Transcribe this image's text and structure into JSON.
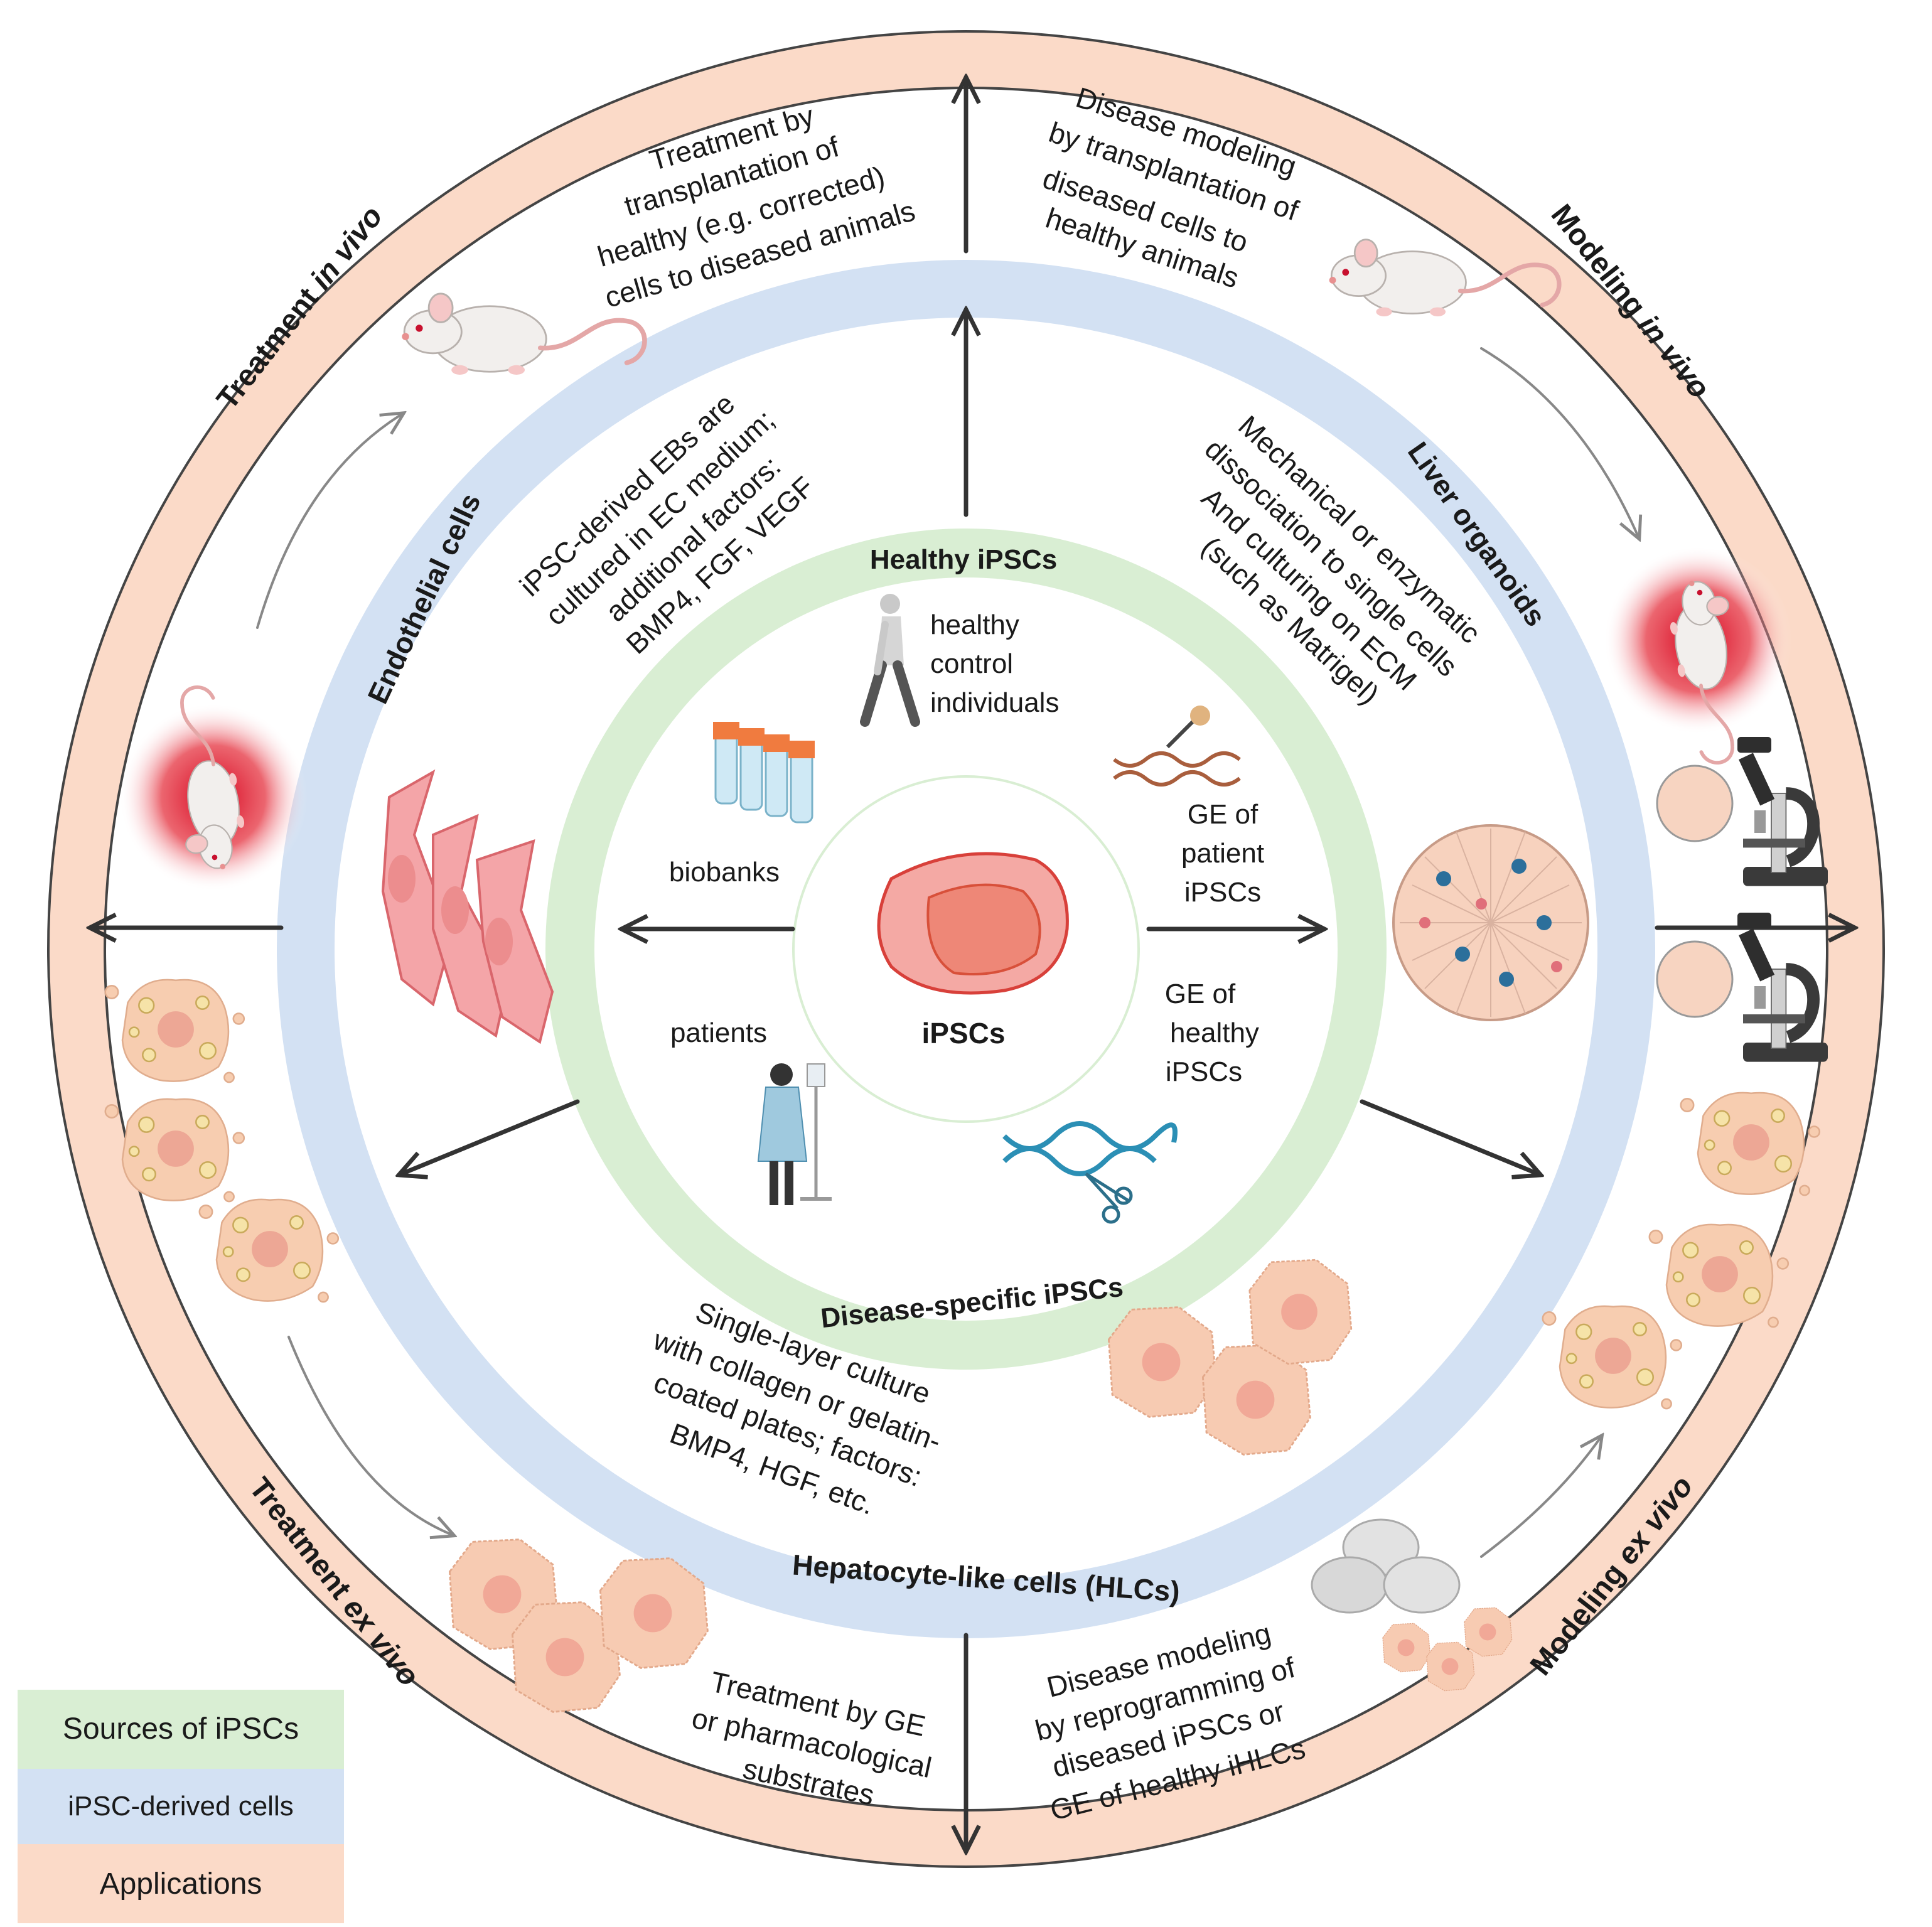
{
  "colors": {
    "applications_ring": "#fbdac8",
    "derived_ring": "#d3e1f3",
    "sources_ring": "#d9eed3",
    "cell_pink": "#f4a9a4",
    "hepatocyte": "#f7cbb2",
    "arrow_dark": "#333333",
    "arrow_grey": "#888888"
  },
  "center": {
    "label": "iPSCs",
    "healthy_title": "Healthy iPSCs",
    "disease_title": "Disease-specific iPSCs",
    "healthy_individuals": [
      "healthy",
      "control",
      "individuals"
    ],
    "biobanks": "biobanks",
    "patients": "patients",
    "ge_patient": [
      "GE of",
      "patient",
      "iPSCs"
    ],
    "ge_healthy": [
      "GE of",
      "healthy",
      "iPSCs"
    ]
  },
  "derived": {
    "endothelial_title": "Endothelial cells",
    "organoids_title": "Liver organoids",
    "hlc_title": "Hepatocyte-like cells (HLCs)",
    "endothelial_protocol": [
      "iPSC-derived EBs are",
      "cultured in EC medium;",
      "additional factors:",
      "BMP4, FGF, VEGF"
    ],
    "organoids_protocol": [
      "Mechanical or enzymatic",
      "dissociation to single cells",
      "And culturing on ECM",
      "(such as Matrigel)"
    ],
    "hlc_protocol": [
      "Single-layer culture",
      "with collagen or gelatin-",
      "coated plates; factors:",
      "BMP4, HGF, etc."
    ]
  },
  "applications": {
    "treatment_in_vivo_bold": "Treatment ",
    "treatment_in_vivo_italic": "in vivo",
    "modeling_in_vivo_bold": "Modeling ",
    "modeling_in_vivo_italic": "in vivo",
    "treatment_ex_vivo_bold": "Treatment ",
    "treatment_ex_vivo_italic": "ex vivo",
    "modeling_ex_vivo_bold": "Modeling ",
    "modeling_ex_vivo_italic": "ex vivo",
    "treatment_in_vivo_text": [
      "Treatment by",
      "transplantation of",
      "healthy (e.g. corrected)",
      "cells to diseased animals"
    ],
    "modeling_in_vivo_text": [
      "Disease modeling",
      "by transplantation of",
      "diseased cells to",
      "healthy animals"
    ],
    "treatment_ex_vivo_text": [
      "Treatment by GE",
      "or pharmacological",
      "substrates"
    ],
    "modeling_ex_vivo_text": [
      "Disease modeling",
      "by reprogramming of",
      "diseased iPSCs or",
      "GE of healthy iHLCs"
    ]
  },
  "legend": {
    "sources": "Sources of iPSCs",
    "derived": "iPSC-derived cells",
    "applications": "Applications"
  }
}
